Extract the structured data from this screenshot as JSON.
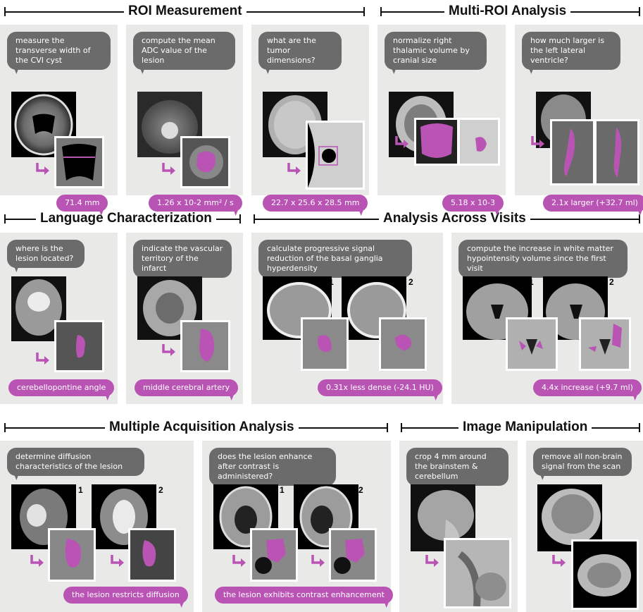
{
  "sections": {
    "roi": "ROI Measurement",
    "multi": "Multi-ROI Analysis",
    "lang": "Language Characterization",
    "visits": "Analysis Across Visits",
    "acq": "Multiple Acquisition Analysis",
    "manip": "Image Manipulation"
  },
  "cards": {
    "c1": {
      "question": "measure the transverse width of the CVI cyst",
      "answer": "71.4 mm"
    },
    "c2": {
      "question": "compute the mean ADC value of the lesion",
      "answer": "1.26 x 10-2 mm² / s"
    },
    "c3": {
      "question": "what are the tumor dimensions?",
      "answer": "22.7 x 25.6 x 28.5 mm"
    },
    "c4": {
      "question": "normalize right thalamic volume by cranial size",
      "answer": "5.18 x 10-3"
    },
    "c5": {
      "question": "how much larger is the left lateral ventricle?",
      "answer": "2.1x larger (+32.7 ml)"
    },
    "c6": {
      "question": "where is the lesion located?",
      "answer": "cerebellopontine angle"
    },
    "c7": {
      "question": "indicate the vascular territory of the infarct",
      "answer": "middle cerebral artery"
    },
    "c8": {
      "question": "calculate progressive signal reduction of the basal ganglia hyperdensity",
      "answer": "0.31x less dense (-24.1 HU)"
    },
    "c9": {
      "question": "compute the increase in white matter hypointensity volume since the first visit",
      "answer": "4.4x increase (+9.7 ml)"
    },
    "c10": {
      "question": "determine diffusion characteristics of the lesion",
      "answer": "the lesion restricts diffusion"
    },
    "c11": {
      "question": "does the lesion enhance after contrast is administered?",
      "answer": "the lesion exhibits contrast enhancement"
    },
    "c12": {
      "question": "crop 4 mm around the brainstem & cerebellum"
    },
    "c13": {
      "question": "remove all non-brain signal from the scan"
    }
  },
  "labels": {
    "one": "1",
    "two": "2"
  },
  "colors": {
    "accent": "#b954b4",
    "question_bubble": "#6b6b6b",
    "card": "#e9e9e7"
  },
  "icons": [
    "return-arrow-icon"
  ]
}
